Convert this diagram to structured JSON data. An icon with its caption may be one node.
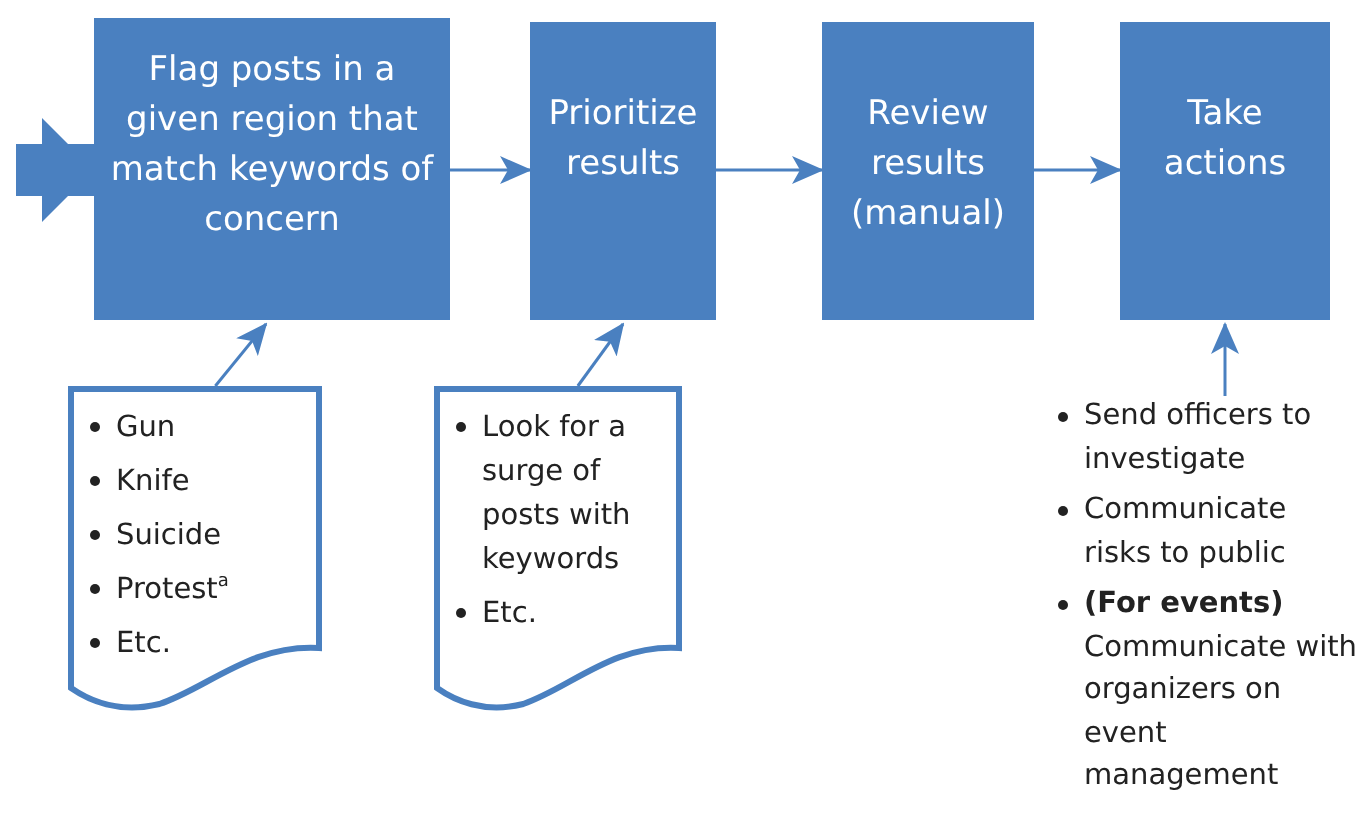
{
  "diagram": {
    "nodes": [
      {
        "text": [
          "Flag posts in a given region that match keywords of concern"
        ]
      },
      {
        "text": [
          "Prioritize results"
        ]
      },
      {
        "text": [
          "Review results (manual)"
        ]
      },
      {
        "text": [
          "Take actions"
        ]
      },
      {
        "text": [
          "Gun",
          "Knife",
          "Suicide",
          "Protest$^{a}$",
          "Etc."
        ]
      },
      {
        "text": [
          "Look for a surge of posts with keywords",
          "Etc."
        ]
      },
      {
        "text": [
          "Send officers to investigate",
          "Communicate risks to public",
          "**(For events)** Communicate with organizers on event management"
        ]
      }
    ],
    "edges": [
      {
        "from": null,
        "to": 0,
        "arrow": "to",
        "style": "thick"
      },
      {
        "from": 0,
        "to": 1,
        "arrow": "to"
      },
      {
        "from": 1,
        "to": 2,
        "arrow": "to"
      },
      {
        "from": 2,
        "to": 3,
        "arrow": "to"
      },
      {
        "from": 4,
        "to": 0,
        "arrow": "to"
      },
      {
        "from": 5,
        "to": 1,
        "arrow": "to"
      },
      {
        "from": 6,
        "to": 3,
        "arrow": "to"
      }
    ]
  }
}
